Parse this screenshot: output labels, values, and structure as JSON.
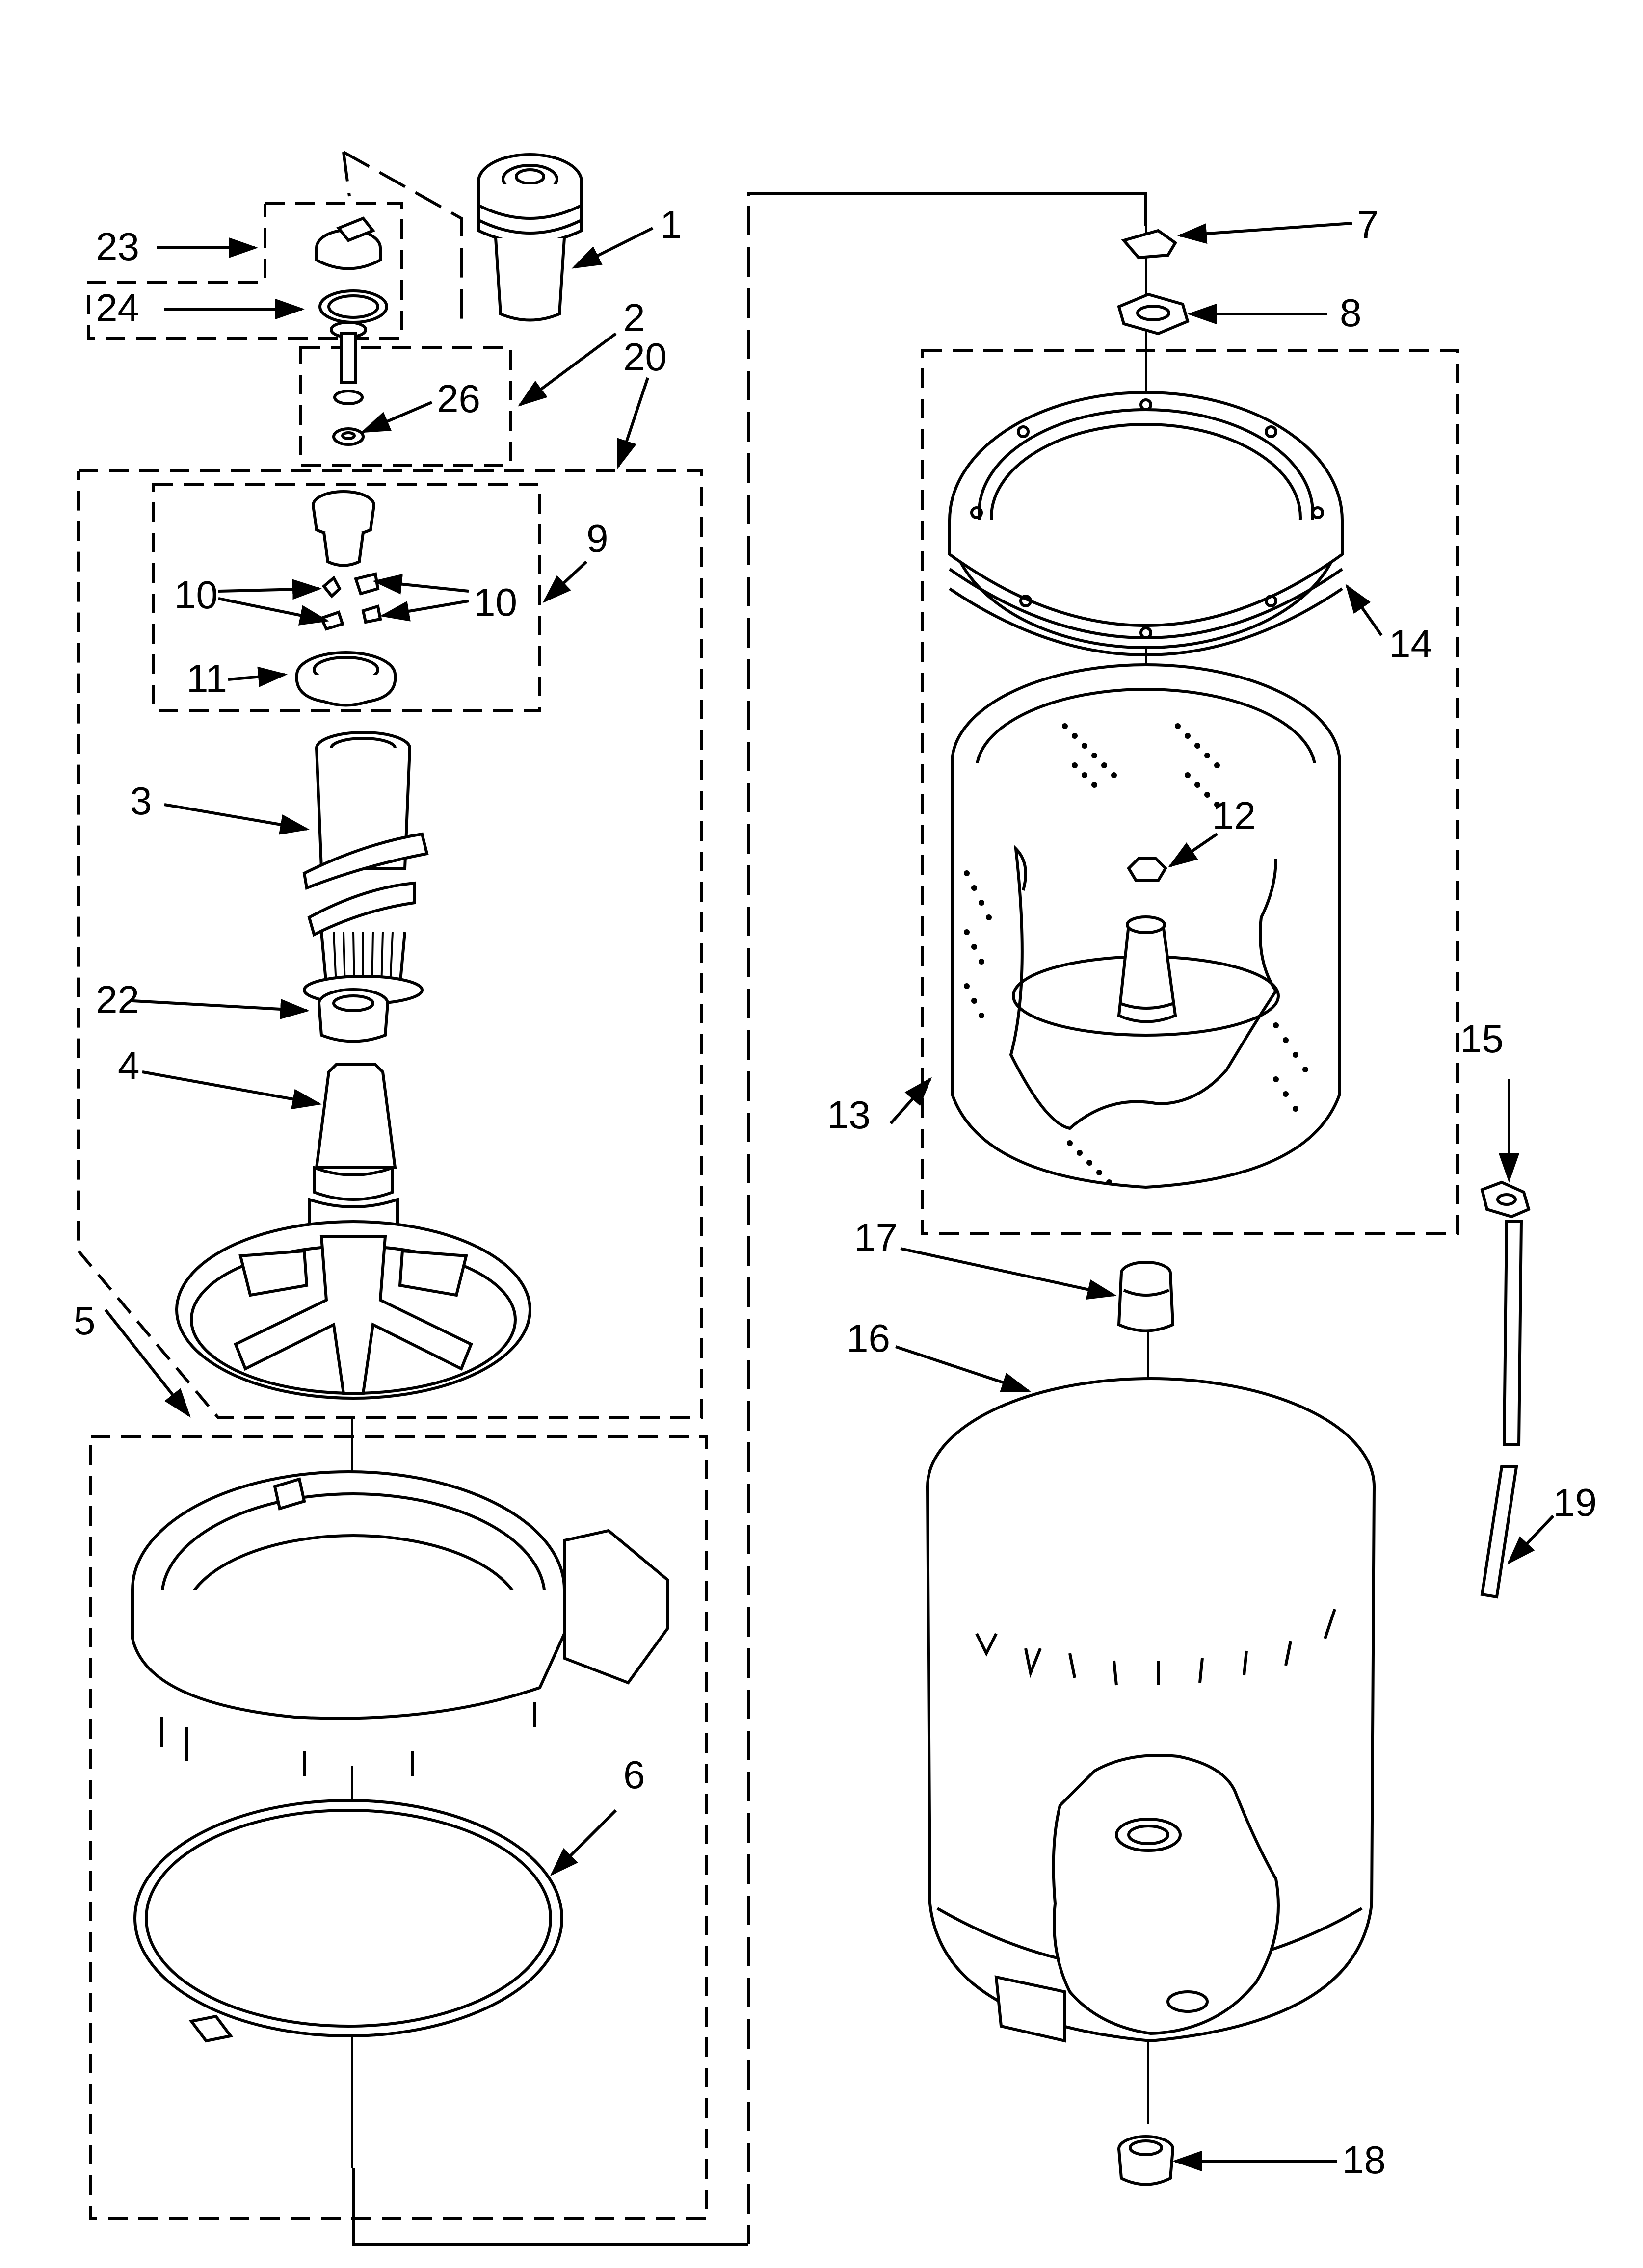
{
  "diagram": {
    "callouts": [
      "1",
      "2",
      "3",
      "4",
      "5",
      "6",
      "7",
      "8",
      "9",
      "10",
      "10",
      "11",
      "12",
      "13",
      "14",
      "15",
      "16",
      "17",
      "18",
      "19",
      "20",
      "22",
      "23",
      "24",
      "26"
    ]
  }
}
